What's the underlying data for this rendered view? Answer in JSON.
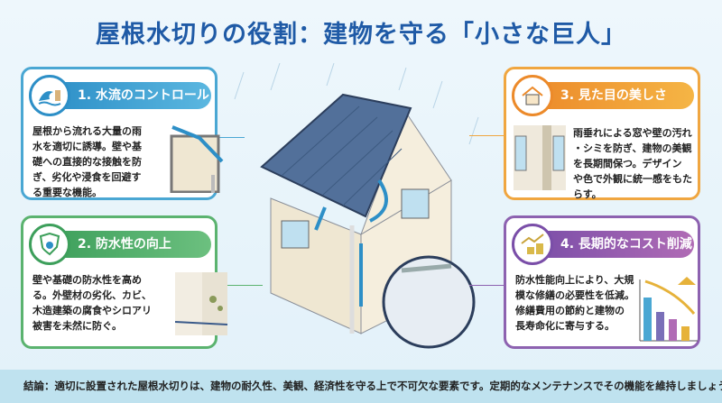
{
  "title": "屋根水切りの役割：建物を守る「小さな巨人」",
  "cards": [
    {
      "heading": "1. 水流のコントロール",
      "icon": "wave-icon",
      "color": "#2d8fc7",
      "lines": [
        "屋根から流れる大量の雨",
        "水を適切に誘導。壁や基",
        "礎への直接的な接触を防",
        "ぎ、劣化や浸食を回避す",
        "る重要な機能。"
      ]
    },
    {
      "heading": "2. 防水性の向上",
      "icon": "shield-drop-icon",
      "color": "#3d9f5b",
      "lines": [
        "壁や基礎の防水性を高め",
        "る。外壁材の劣化、カビ、",
        "木造建築の腐食やシロアリ",
        "被害を未然に防ぐ。"
      ]
    },
    {
      "heading": "3. 見た目の美しさ",
      "icon": "house-sparkle-icon",
      "color": "#ec8a2a",
      "lines": [
        "雨垂れによる窓や壁の汚れ",
        "・シミを防ぎ、建物の美観",
        "を長期間保つ。デザイン",
        "や色で外観に統一感をもた",
        "らす。"
      ]
    },
    {
      "heading": "4. 長期的なコスト削減",
      "icon": "coins-growth-icon",
      "color": "#7a4ea8",
      "lines": [
        "防水性能向上により、大規",
        "模な修繕の必要性を低減。",
        "修繕費用の節約と建物の",
        "長寿命化に寄与する。"
      ]
    }
  ],
  "footer": "結論：適切に設置された屋根水切りは、建物の耐久性、美観、経済性を守る上で不可欠な要素です。定期的なメンテナンスでその機能を維持しましょう。"
}
